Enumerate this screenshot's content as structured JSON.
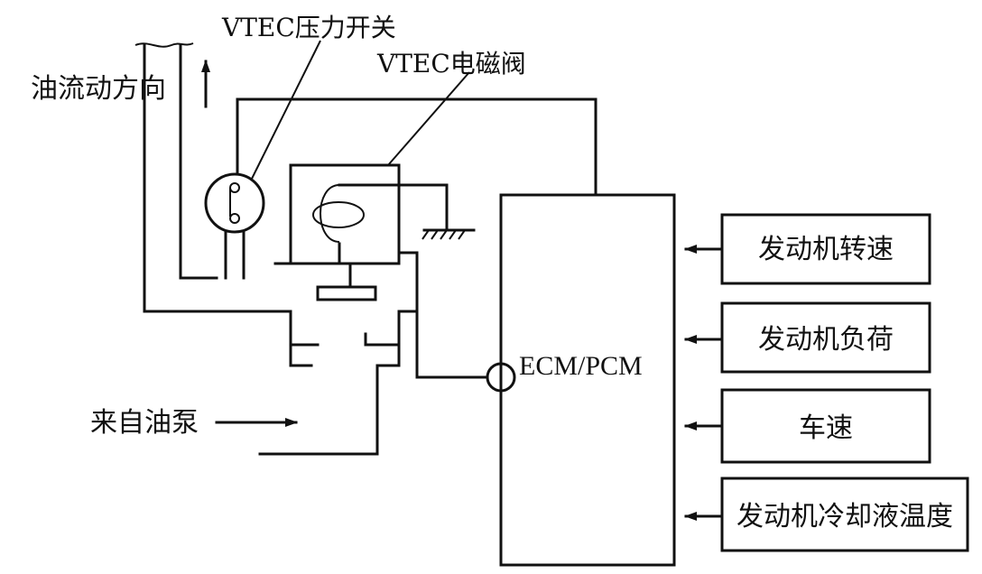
{
  "labels": {
    "oil_flow": "油流动方向",
    "pressure_switch": "VTEC压力开关",
    "solenoid_valve": "VTEC电磁阀",
    "from_pump": "来自油泵",
    "ecm": "ECM/PCM"
  },
  "inputs": [
    "发动机转速",
    "发动机负荷",
    "车速",
    "发动机冷却液温度"
  ]
}
